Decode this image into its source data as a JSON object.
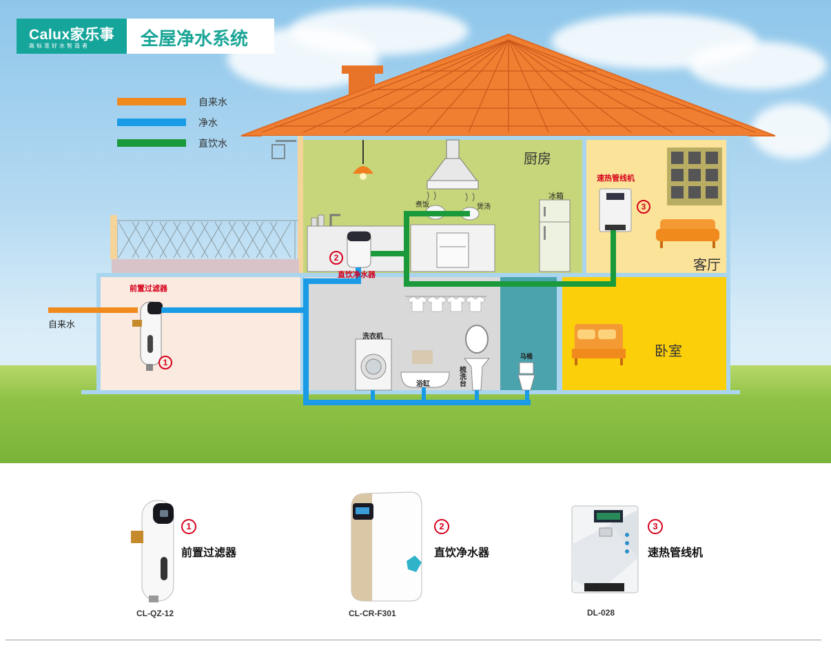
{
  "brand": {
    "name": "Calux家乐事",
    "slogan": "高标准好水智造者",
    "title": "全屋净水系统",
    "color": "#16a59b"
  },
  "legend": [
    {
      "label": "自来水",
      "color": "#f08a1c"
    },
    {
      "label": "净水",
      "color": "#1a9be6"
    },
    {
      "label": "直饮水",
      "color": "#1a9a3a"
    }
  ],
  "rooms": {
    "kitchen": "厨房",
    "living_room": "客厅",
    "bedroom": "卧室"
  },
  "appliances": {
    "cook_rice": "煮饭",
    "cook_soup": "煲汤",
    "fridge": "冰箱",
    "washer": "洗衣机",
    "bathtub": "浴缸",
    "washbasin": "梳洗台",
    "toilet": "马桶"
  },
  "diagram_labels": {
    "inlet": "自来水",
    "pre_filter": "前置过滤器",
    "purifier": "直饮净水器",
    "heater": "速热管线机"
  },
  "products": [
    {
      "num": "1",
      "name": "前置过滤器",
      "model": "CL-QZ-12"
    },
    {
      "num": "2",
      "name": "直饮净水器",
      "model": "CL-CR-F301"
    },
    {
      "num": "3",
      "name": "速热管线机",
      "model": "DL-028"
    }
  ]
}
